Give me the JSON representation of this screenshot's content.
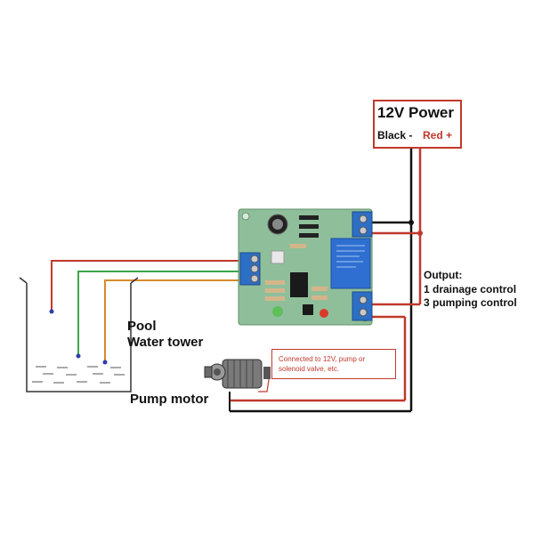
{
  "power": {
    "title": "12V Power",
    "black_label": "Black -",
    "red_label": "Red +"
  },
  "labels": {
    "pool": "Pool",
    "water_tower": "Water tower",
    "pump_motor": "Pump motor"
  },
  "output": {
    "title": "Output:",
    "line1": "1 drainage control",
    "line2": "3 pumping control"
  },
  "note": {
    "text": "Connected to 12V, pump or solenoid valve, etc."
  },
  "colors": {
    "red_wire": "#c0392b",
    "black_wire": "#111111",
    "green_wire": "#3aa64a",
    "orange_wire": "#d98a2a",
    "pcb": "#8fbf9a",
    "terminal": "#2d6fc4",
    "relay": "#2f6fd1"
  }
}
